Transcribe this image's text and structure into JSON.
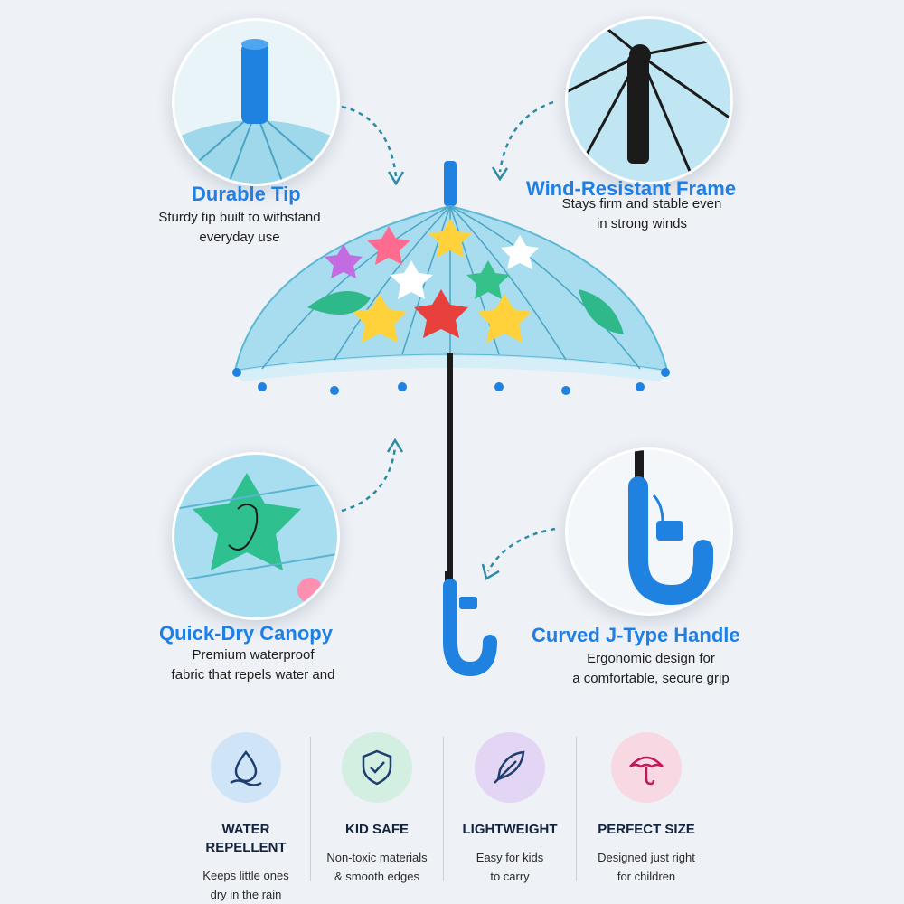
{
  "features": {
    "tip": {
      "title": "Durable Tip",
      "desc": [
        "Sturdy tip built to withstand",
        "everyday use"
      ]
    },
    "frame": {
      "title": "Wind-Resistant Frame",
      "desc": [
        "Stays firm and stable even",
        "in strong winds"
      ]
    },
    "canopy": {
      "title": "Quick-Dry Canopy",
      "desc": [
        "Premium waterproof",
        "fabric that repels water and"
      ]
    },
    "handle": {
      "title": "Curved J-Type Handle",
      "desc": [
        "Ergonomic design for",
        "a comfortable, secure grip"
      ]
    }
  },
  "badges": [
    {
      "icon": "water-drop-icon",
      "color": "#cfe4f6",
      "title": [
        "WATER",
        "REPELLENT"
      ],
      "desc": [
        "Keeps little ones",
        "dry in the rain"
      ]
    },
    {
      "icon": "shield-check-icon",
      "color": "#d3efe1",
      "title": [
        "KID SAFE"
      ],
      "desc": [
        "Non-toxic materials",
        "& smooth edges"
      ]
    },
    {
      "icon": "feather-icon",
      "color": "#e2d6f4",
      "title": [
        "LIGHTWEIGHT"
      ],
      "desc": [
        "Easy for kids",
        "to carry"
      ]
    },
    {
      "icon": "umbrella-icon",
      "color": "#f8d8e2",
      "title": [
        "PERFECT SIZE"
      ],
      "desc": [
        "Designed just right",
        "for children"
      ]
    }
  ],
  "colors": {
    "accent": "#1e7fe6",
    "handle": "#1f82e0",
    "arrow": "#2c8ca3"
  }
}
